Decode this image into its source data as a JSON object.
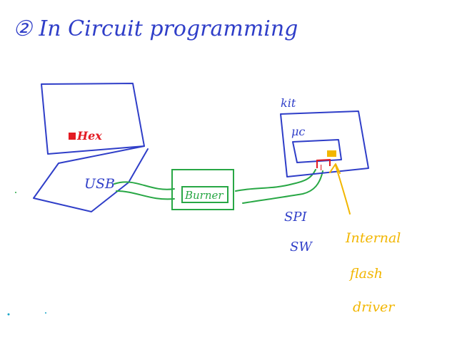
{
  "title": "② In Circuit programming",
  "colors": {
    "ink_blue": "#2f3ec8",
    "ink_red": "#e31b23",
    "ink_green": "#28a745",
    "ink_gold": "#f2b600"
  },
  "laptop": {
    "screen_label": "Hex",
    "port_label": "USB"
  },
  "burner": {
    "label": "Burner"
  },
  "kit": {
    "label": "kit",
    "chip_label": "μc",
    "pin_label": "I"
  },
  "link_labels": {
    "spi": "SPI",
    "sw": "SW"
  },
  "flash_driver": {
    "line1": "Internal",
    "line2": "flash",
    "line3": "driver"
  }
}
